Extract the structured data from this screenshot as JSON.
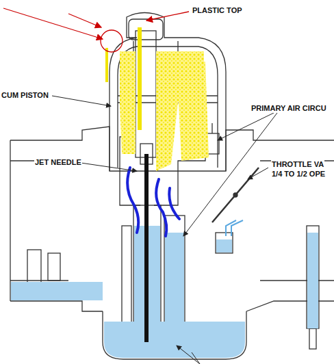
{
  "diagram": {
    "labels": [
      "PLASTIC TOP",
      "CUM PISTON",
      "PRIMARY AIR CIRCU",
      "JET NEEDLE",
      "THROTTLE VA",
      "1/4 TO 1/2 OPE"
    ]
  }
}
